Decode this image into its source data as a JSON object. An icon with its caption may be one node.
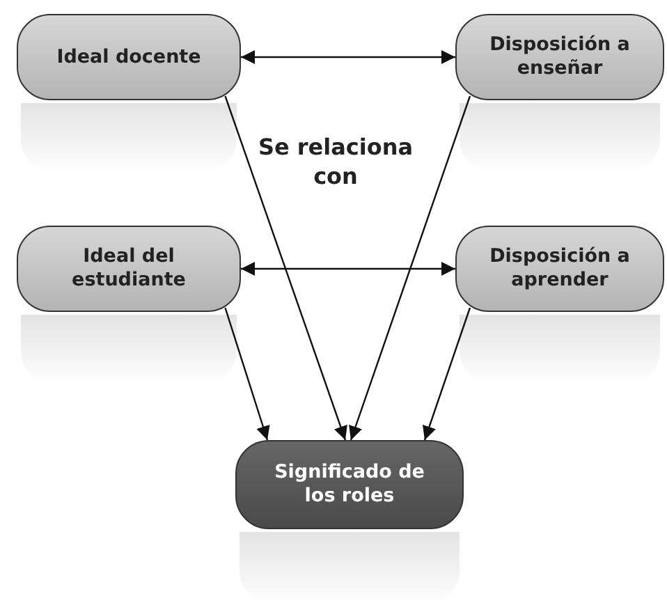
{
  "diagram": {
    "nodes": [
      {
        "text": [
          "Ideal docente"
        ]
      },
      {
        "text": [
          "Disposición a enseñar"
        ]
      },
      {
        "text": [
          "Ideal del estudiante"
        ]
      },
      {
        "text": [
          "Disposición a aprender"
        ]
      },
      {
        "text": [
          "Significado de los roles"
        ]
      }
    ],
    "edges": [
      {
        "from": 0,
        "to": 1,
        "arrow": "both"
      },
      {
        "from": 2,
        "to": 3,
        "arrow": "both"
      },
      {
        "from": 0,
        "to": 4,
        "arrow": "to"
      },
      {
        "from": 1,
        "to": 4,
        "arrow": "to"
      },
      {
        "from": 2,
        "to": 4,
        "arrow": "to"
      },
      {
        "from": 3,
        "to": 4,
        "arrow": "to"
      }
    ],
    "labels": [
      "Se relaciona con"
    ]
  }
}
